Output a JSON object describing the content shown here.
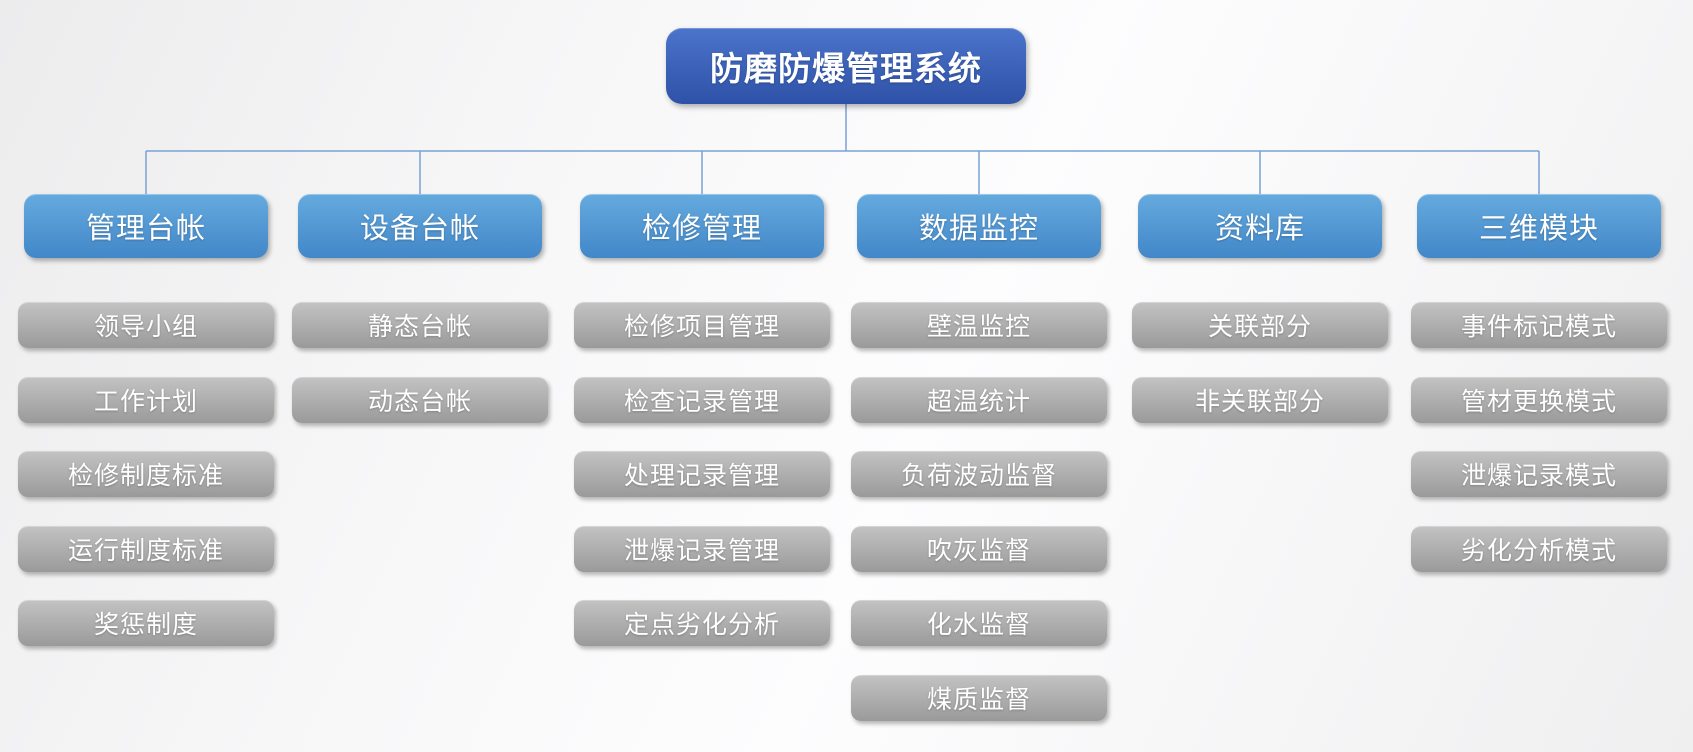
{
  "diagram": {
    "title": "防磨防爆管理系统",
    "branches": [
      {
        "label": "管理台帐",
        "children": [
          "领导小组",
          "工作计划",
          "检修制度标准",
          "运行制度标准",
          "奖惩制度"
        ]
      },
      {
        "label": "设备台帐",
        "children": [
          "静态台帐",
          "动态台帐"
        ]
      },
      {
        "label": "检修管理",
        "children": [
          "检修项目管理",
          "检查记录管理",
          "处理记录管理",
          "泄爆记录管理",
          "定点劣化分析"
        ]
      },
      {
        "label": "数据监控",
        "children": [
          "壁温监控",
          "超温统计",
          "负荷波动监督",
          "吹灰监督",
          "化水监督",
          "煤质监督"
        ]
      },
      {
        "label": "资料库",
        "children": [
          "关联部分",
          "非关联部分"
        ]
      },
      {
        "label": "三维模块",
        "children": [
          "事件标记模式",
          "管材更换模式",
          "泄爆记录模式",
          "劣化分析模式"
        ]
      }
    ],
    "colors": {
      "root_gradient_top": "#4b74ca",
      "root_gradient_bottom": "#2e52a8",
      "branch_gradient_top": "#65aade",
      "branch_gradient_bottom": "#4287c8",
      "leaf_gradient_top": "#c3c3c3",
      "leaf_gradient_bottom": "#9a9a9a",
      "connector": "#7ba1d6",
      "node_text": "#ffffff"
    }
  }
}
